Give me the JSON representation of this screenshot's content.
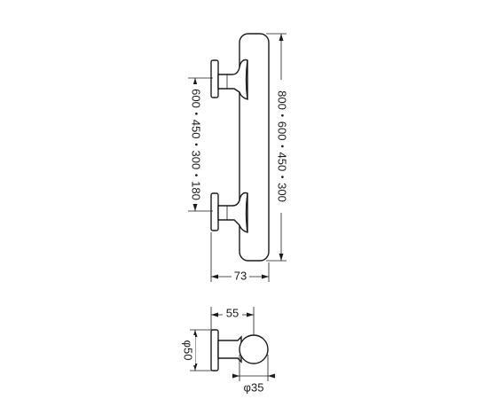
{
  "dimensions": {
    "bar_length": "800・600・450・300",
    "mount_pitch": "600・450・300・180",
    "bar_projection": "73",
    "base_to_grip": "55",
    "base_diameter": "φ50",
    "grip_diameter": "φ35"
  }
}
